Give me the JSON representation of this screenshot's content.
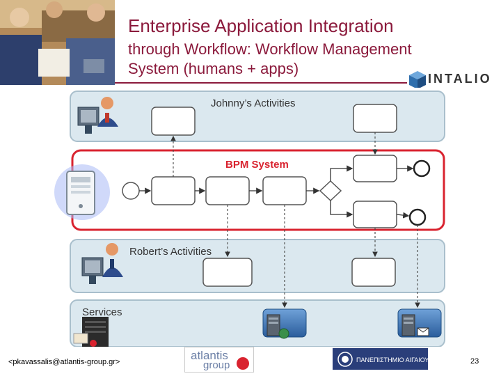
{
  "slide": {
    "title_line1": "Enterprise Application Integration",
    "title_line2": "through Workflow: Workflow Management",
    "title_line3": "System (humans + apps)",
    "page_number": "23"
  },
  "logos": {
    "intalio": "INTALIO",
    "atlantis_line1": "atlantis",
    "atlantis_line2": "group",
    "aegean": "ΠΑΝΕΠΙΣΤΗΜΙΟ ΑΙΓΑΙΟΥ"
  },
  "footer": {
    "email": "<pkavassalis@atlantis-group.gr>"
  },
  "diagram": {
    "lanes": {
      "johnny": "Johnny’s Activities",
      "bpm": "BPM System",
      "robert": "Robert’s Activities",
      "services": "Services"
    },
    "colors": {
      "lane_fill": "#dbe8ef",
      "lane_border": "#a9bfcc",
      "bpm_border": "#d9232f",
      "bpm_label": "#d9232f",
      "title": "#8b1a3c"
    }
  }
}
